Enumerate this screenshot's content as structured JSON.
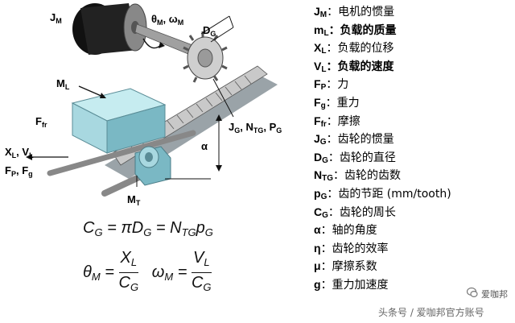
{
  "labels": {
    "jm": "J",
    "jm_sub": "M",
    "theta": "θ",
    "theta_sub": "M",
    "omega_sep": ", ω",
    "omega_sub": "M",
    "dg": "D",
    "dg_sub": "G",
    "ml": "M",
    "ml_sub": "L",
    "ffr": "F",
    "ffr_sub": "fr",
    "xl": "X",
    "xl_sub": "L",
    "vl_sep": ", V",
    "vl_sub": "L",
    "fp": "F",
    "fp_sub": "P",
    "fg_sep": ", F",
    "fg_sub": "g",
    "jg": "J",
    "jg_sub": "G",
    "ntg_sep": ", N",
    "ntg_sub": "TG",
    "pg_sep": ", P",
    "pg_sub": "G",
    "alpha": "α",
    "mt": "M",
    "mt_sub": "T"
  },
  "formulas": {
    "cg_lhs": "C",
    "cg_lhs_sub": "G",
    "cg_mid": " = πD",
    "cg_mid_sub": "G",
    "cg_rhs": " = N",
    "cg_rhs_sub": "TG",
    "cg_p": "p",
    "cg_p_sub": "G",
    "theta": "θ",
    "theta_sub": "M",
    "eq": " = ",
    "theta_num": "X",
    "theta_num_sub": "L",
    "theta_den": "C",
    "theta_den_sub": "G",
    "omega": "ω",
    "omega_sub": "M",
    "omega_num": "V",
    "omega_num_sub": "L",
    "omega_den": "C",
    "omega_den_sub": "G"
  },
  "legend": [
    {
      "sym": "J",
      "sub": "M",
      "desc": "：电机的惯量",
      "bold": false
    },
    {
      "sym": "m",
      "sub": "L",
      "desc": "：负载的质量",
      "bold": true
    },
    {
      "sym": "X",
      "sub": "L",
      "desc": "：负载的位移",
      "bold": false
    },
    {
      "sym": "V",
      "sub": "L",
      "desc": "：负载的速度",
      "bold": true
    },
    {
      "sym": "F",
      "sub": "P",
      "desc": "：力",
      "bold": false
    },
    {
      "sym": "F",
      "sub": "g",
      "desc": "：重力",
      "bold": false
    },
    {
      "sym": "F",
      "sub": "fr",
      "desc": "：摩擦",
      "bold": false
    },
    {
      "sym": "J",
      "sub": "G",
      "desc": "：齿轮的惯量",
      "bold": false
    },
    {
      "sym": "D",
      "sub": "G",
      "desc": "：齿轮的直径",
      "bold": false
    },
    {
      "sym": "N",
      "sub": "TG",
      "desc": "：齿轮的齿数",
      "bold": false
    },
    {
      "sym": "p",
      "sub": "G",
      "desc": "：齿的节距 (mm/tooth)",
      "bold": false
    },
    {
      "sym": "C",
      "sub": "G",
      "desc": "：齿轮的周长",
      "bold": false
    },
    {
      "sym": "α",
      "sub": "",
      "desc": "：轴的角度",
      "bold": false
    },
    {
      "sym": "η",
      "sub": "",
      "desc": "：齿轮的效率",
      "bold": false
    },
    {
      "sym": "μ",
      "sub": "",
      "desc": "：摩擦系数",
      "bold": false
    },
    {
      "sym": "g",
      "sub": "",
      "desc": "：重力加速度",
      "bold": false
    }
  ],
  "watermark": "爱咖邦",
  "footer": "头条号 / 爱咖邦官方账号",
  "colors": {
    "block": "#a8d8e0",
    "block_dark": "#7ab8c4",
    "rack": "#b9b9b9",
    "motor": "#222222"
  }
}
